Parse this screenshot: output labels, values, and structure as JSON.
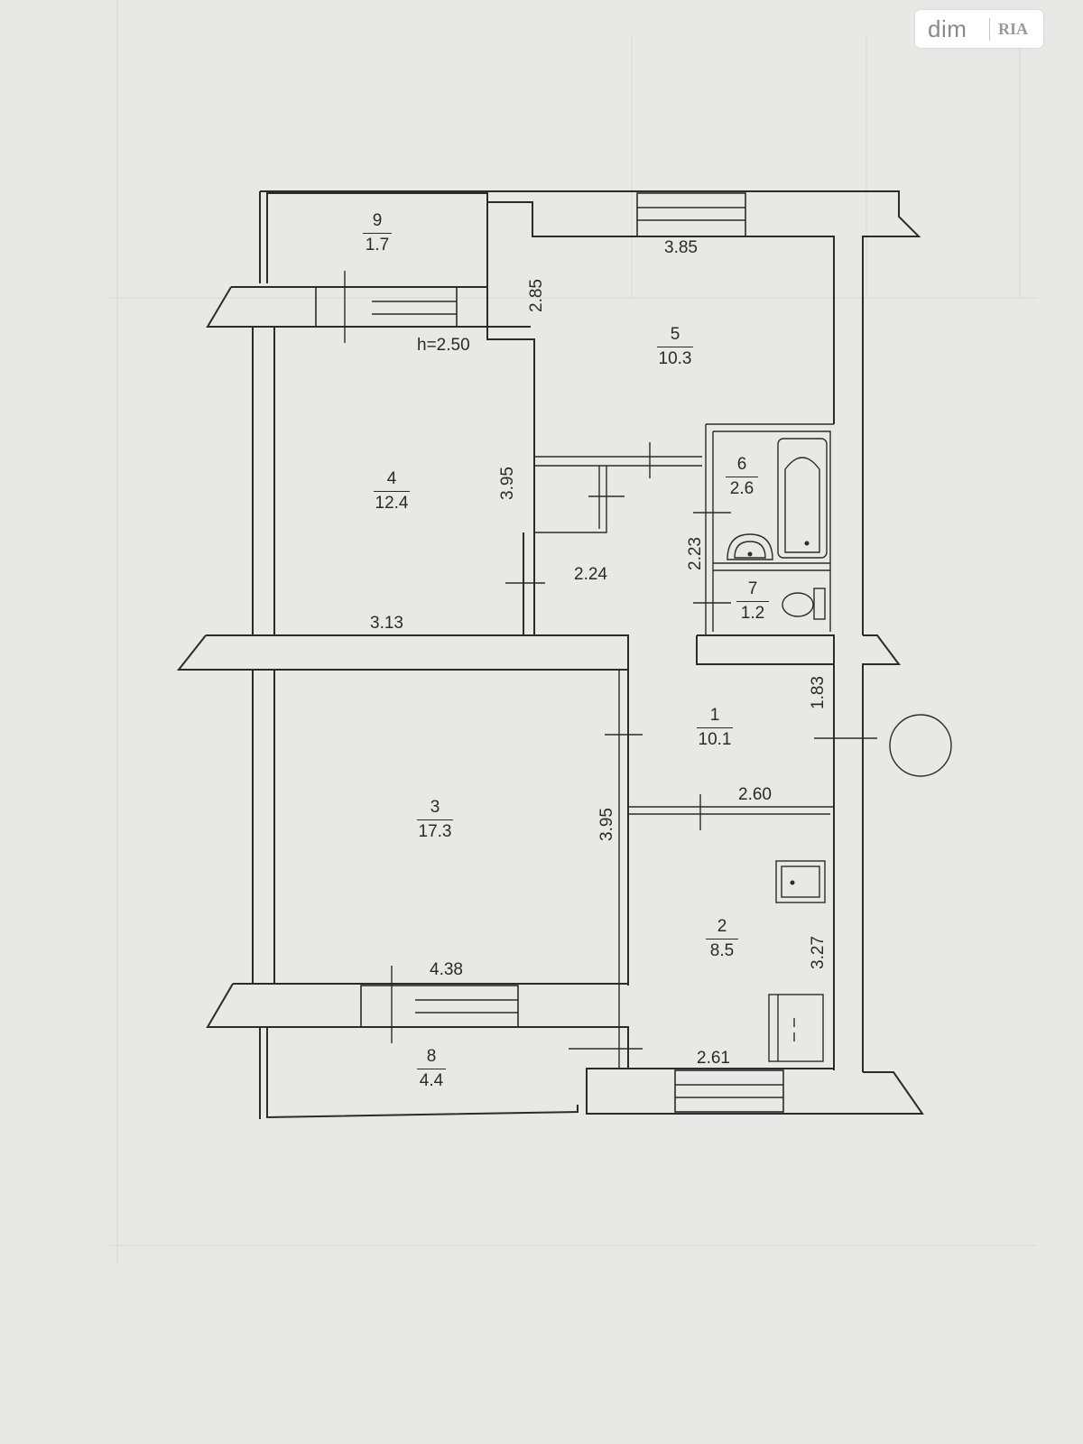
{
  "watermark": {
    "text": "dim",
    "sub": "RIA"
  },
  "ceiling_height": "h=2.50",
  "rooms": [
    {
      "number": "1",
      "area": "10.1"
    },
    {
      "number": "2",
      "area": "8.5"
    },
    {
      "number": "3",
      "area": "17.3"
    },
    {
      "number": "4",
      "area": "12.4"
    },
    {
      "number": "5",
      "area": "10.3"
    },
    {
      "number": "6",
      "area": "2.6"
    },
    {
      "number": "7",
      "area": "1.2"
    },
    {
      "number": "8",
      "area": "4.4"
    },
    {
      "number": "9",
      "area": "1.7"
    }
  ],
  "dimensions": {
    "room5_width": "3.85",
    "room5_depth": "2.85",
    "room4_depth": "3.95",
    "room4_width": "3.13",
    "hall_width": "2.24",
    "bath_depth": "2.23",
    "corridor_depth": "1.83",
    "corridor_width": "2.60",
    "room3_depth": "3.95",
    "room3_width": "4.38",
    "room2_depth": "3.27",
    "room2_width": "2.61"
  }
}
